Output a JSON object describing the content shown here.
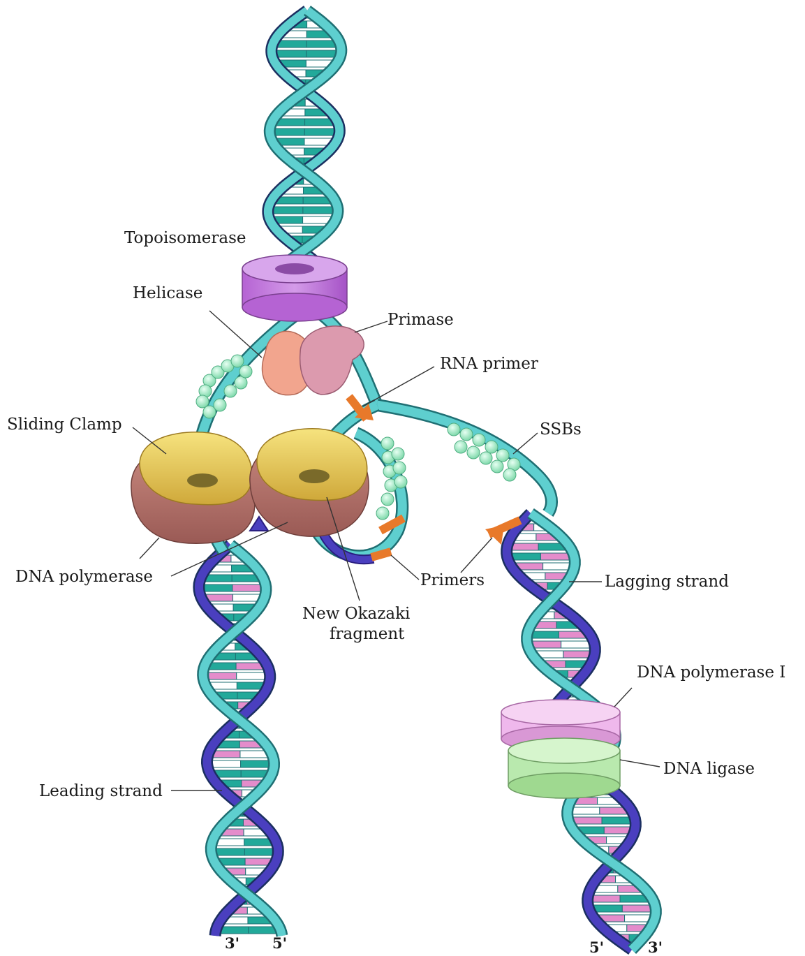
{
  "colors": {
    "backbone_template": "#5ecfcf",
    "backbone_template_outline": "#1f6f73",
    "backbone_new": "#4a3fbf",
    "base_teal": "#22a99a",
    "base_pink": "#e48ccb",
    "base_white": "#ffffff",
    "topoisomerase": "#c67be0",
    "helicase": "#f2a58e",
    "primase": "#dc9aae",
    "ssb": "#9ee8c2",
    "sliding_clamp": "#e9cc5b",
    "dna_polymerase": "#bd7a72",
    "primer": "#e8792a",
    "dna_polymerase_i": "#efb8ec",
    "dna_ligase": "#b9e9ae"
  },
  "labels": {
    "topoisomerase": "Topoisomerase",
    "helicase": "Helicase",
    "primase": "Primase",
    "rna_primer": "RNA primer",
    "sliding_clamp": "Sliding Clamp",
    "ssbs": "SSBs",
    "dna_polymerase": "DNA polymerase",
    "primers": "Primers",
    "lagging_strand": "Lagging strand",
    "new_okazaki_line1": "New Okazaki",
    "new_okazaki_line2": "fragment",
    "dna_polymerase_i": "DNA polymerase I",
    "dna_ligase": "DNA ligase",
    "leading_strand": "Leading strand"
  },
  "strand_ends": {
    "left_a": "3'",
    "left_b": "5'",
    "right_a": "5'",
    "right_b": "3'"
  }
}
